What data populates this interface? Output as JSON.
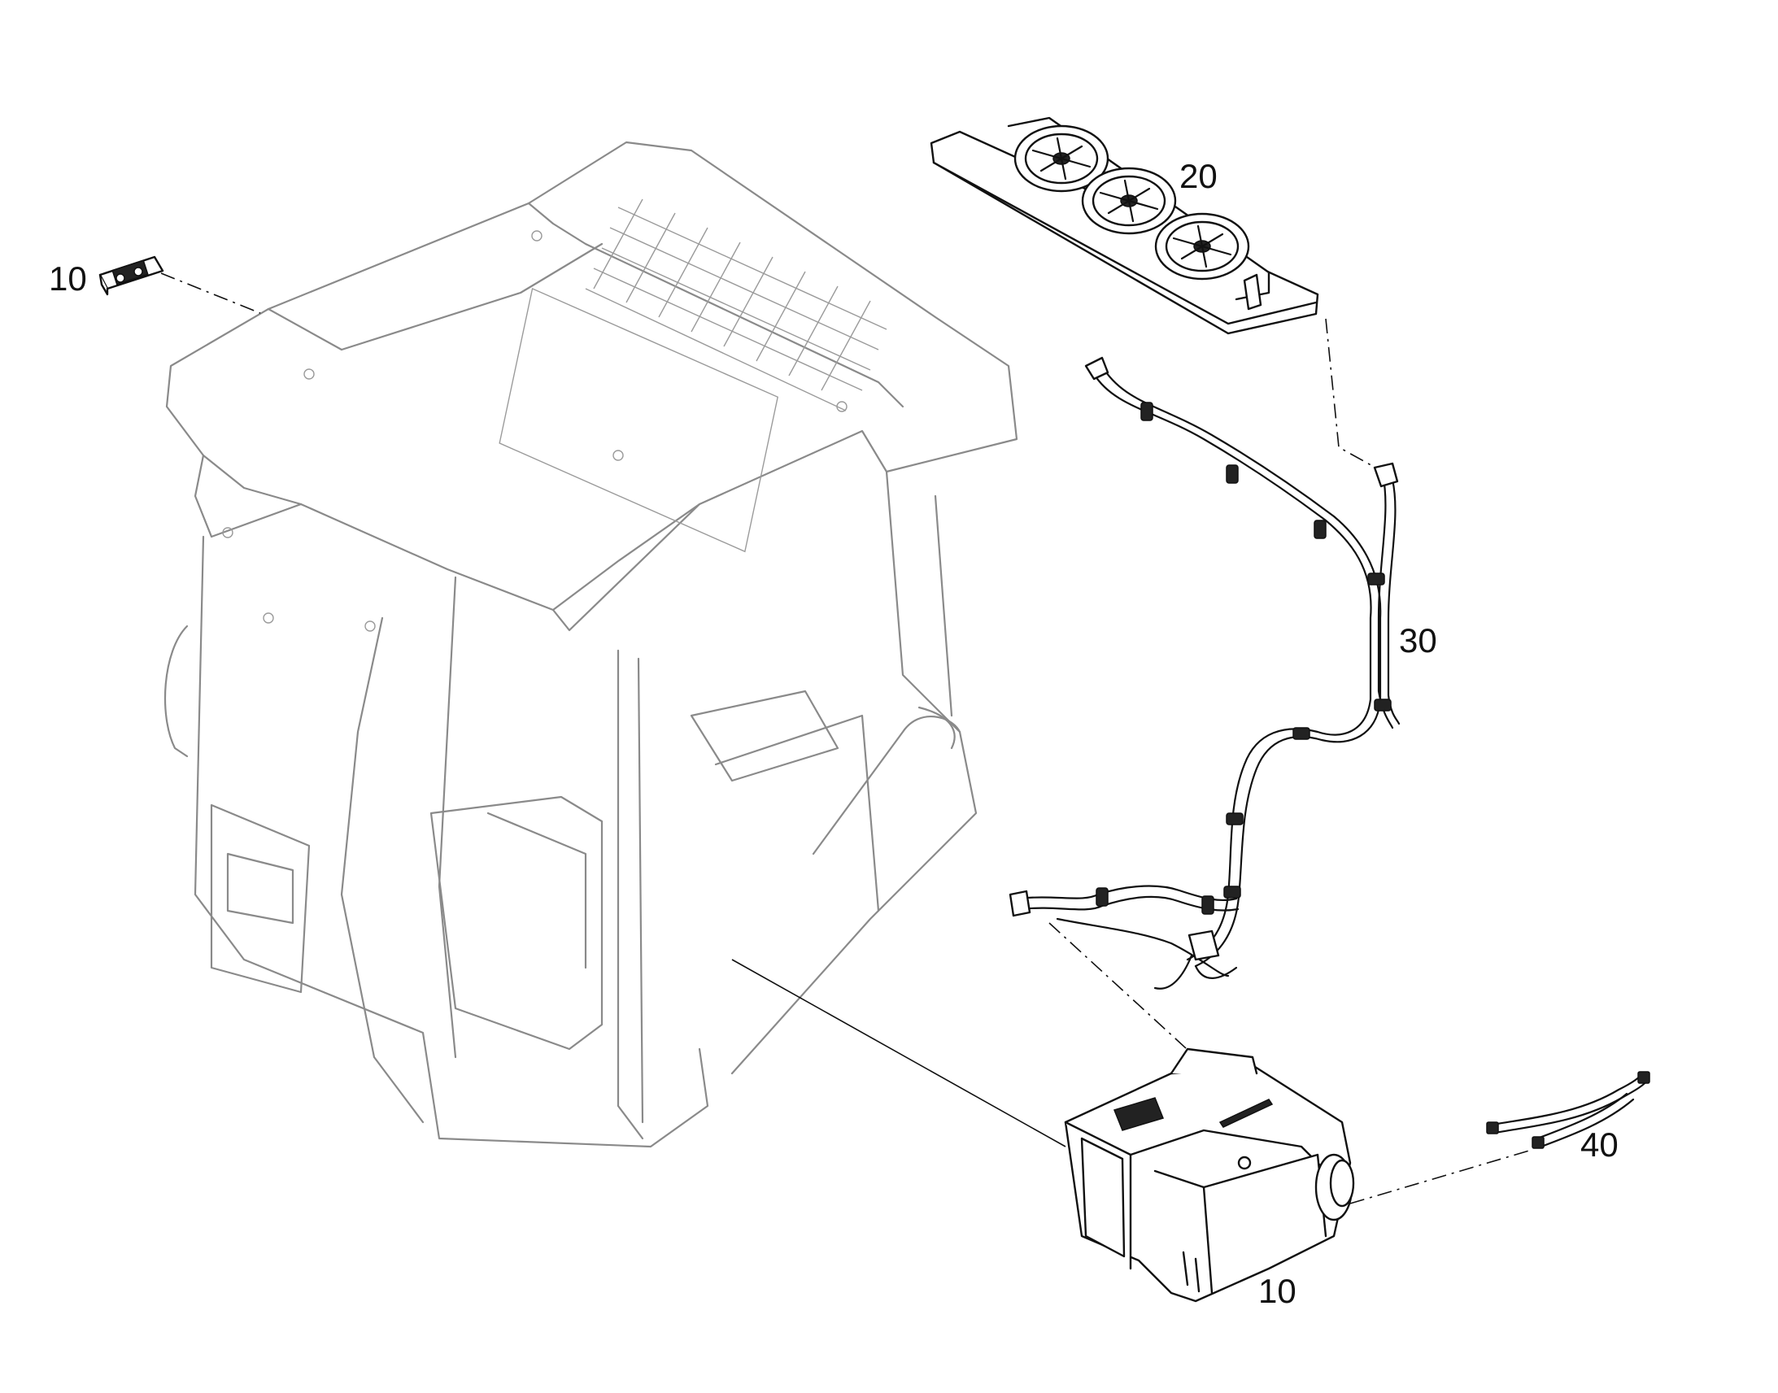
{
  "callouts": {
    "control_panel": "10",
    "condenser_fan_assembly": "20",
    "hose_harness": "30",
    "hose_pair": "40",
    "heater_ac_unit": "10"
  },
  "colors": {
    "cab_outline": "#8a8a8a",
    "part_outline": "#111111",
    "background": "#ffffff"
  }
}
